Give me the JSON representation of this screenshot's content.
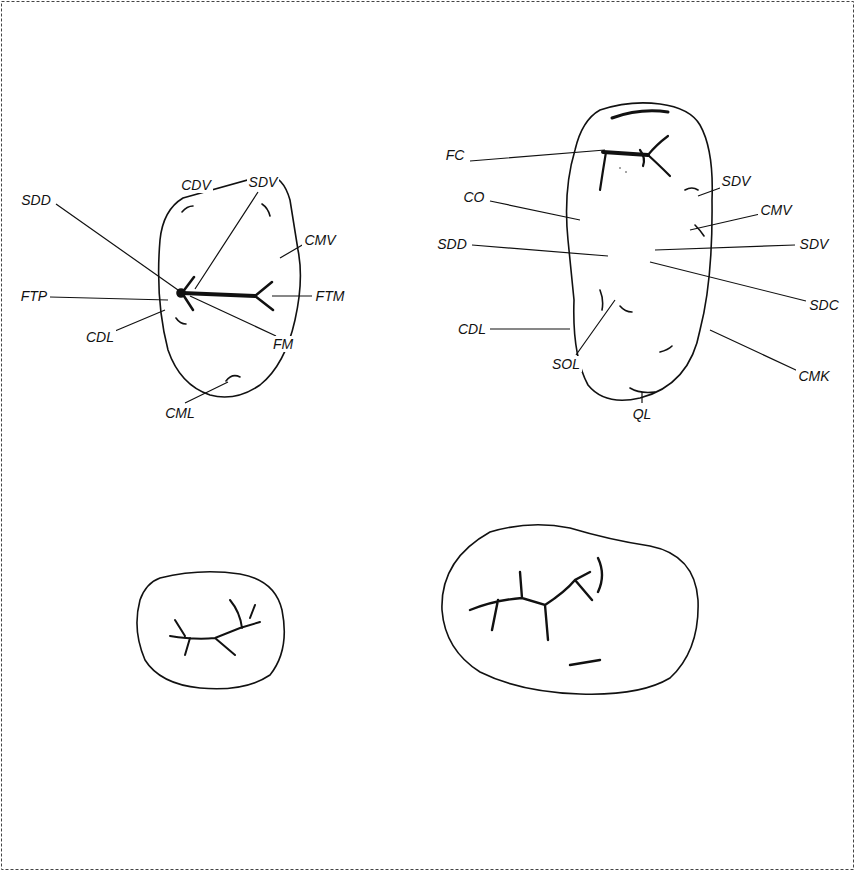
{
  "diagram": {
    "labels": [
      "CDV",
      "SDV",
      "SDD",
      "CMV",
      "FTP",
      "FTM",
      "CDL",
      "FM",
      "CML",
      "FC",
      "SDV",
      "CO",
      "CMV",
      "SDD",
      "SDV",
      "CDL",
      "SDC",
      "SOL",
      "CMK",
      "QL"
    ]
  }
}
